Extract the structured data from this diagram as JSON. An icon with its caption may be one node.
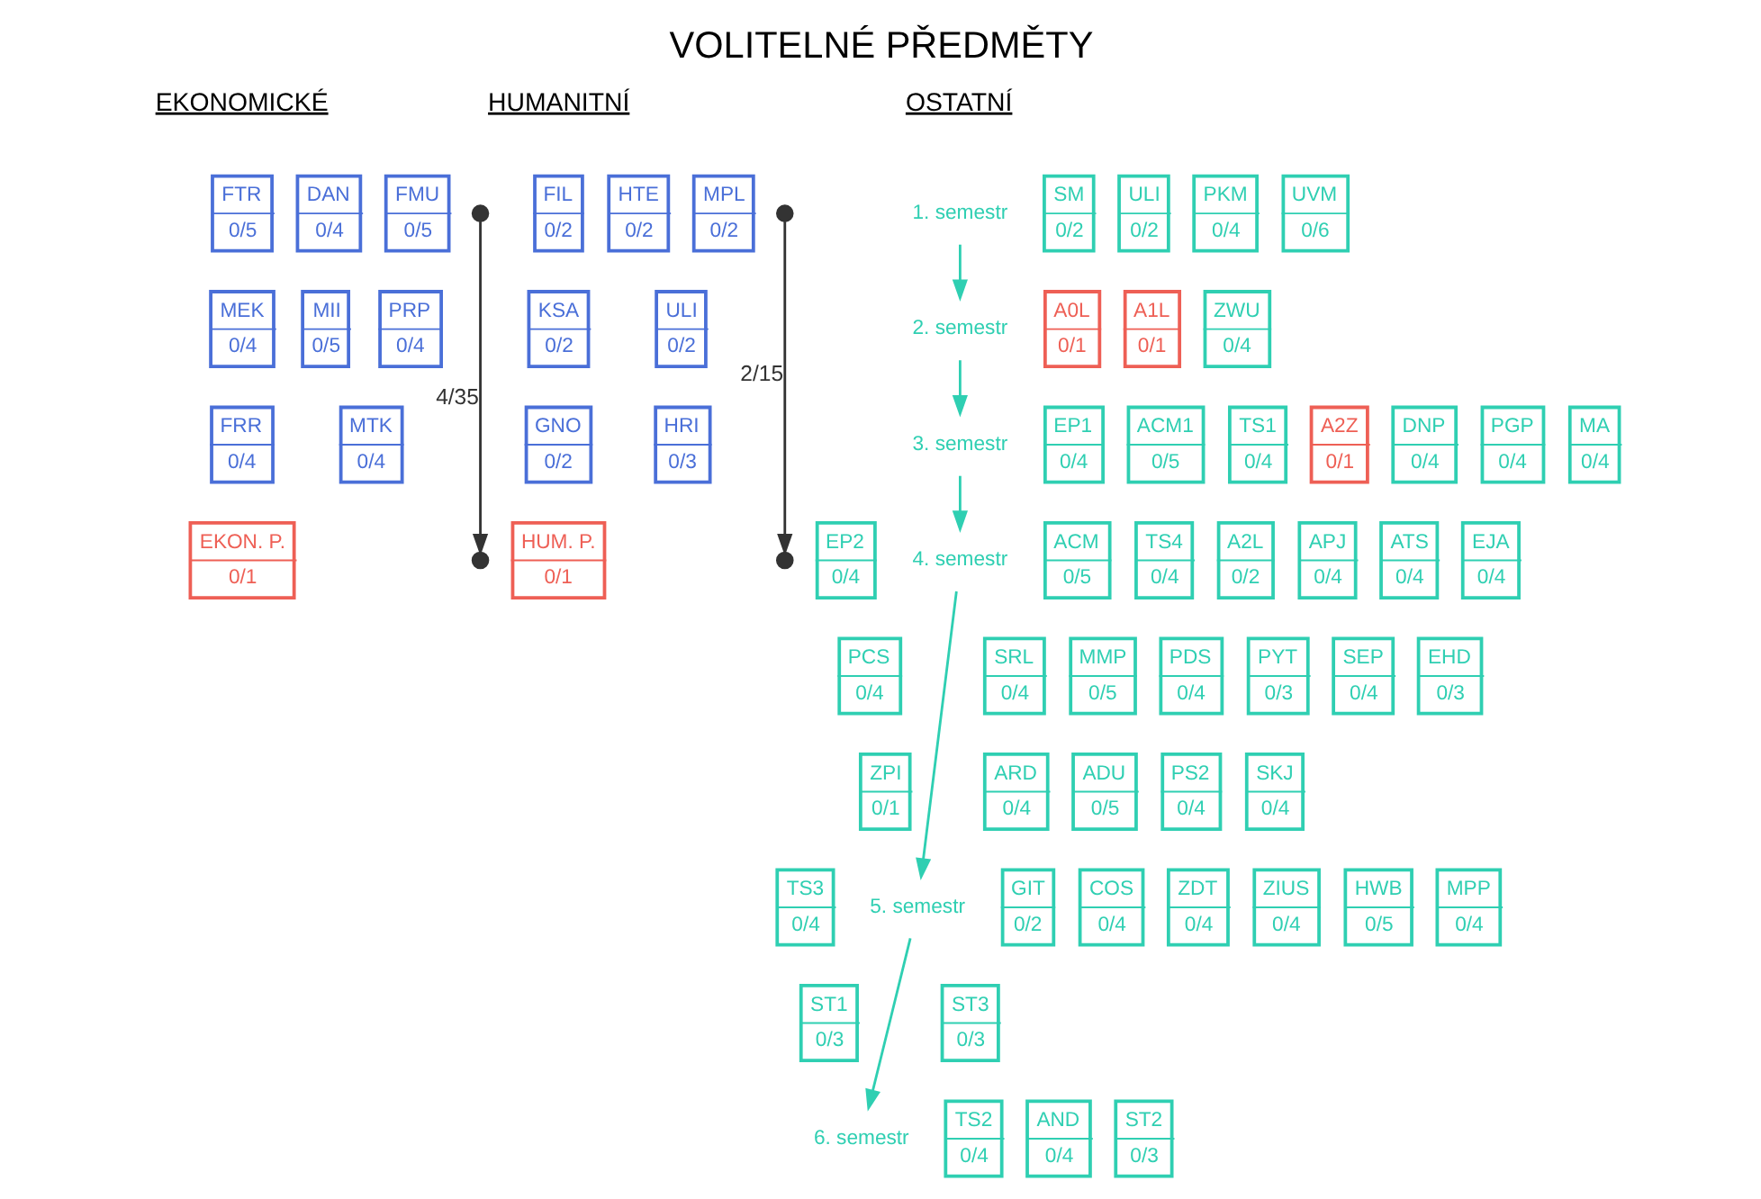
{
  "diagram": {
    "title": "VOLITELNÉ PŘEDMĚTY",
    "nodes": [
      {
        "text": [
          "FTR",
          "0/5"
        ]
      },
      {
        "text": [
          "DAN",
          "0/4"
        ]
      },
      {
        "text": [
          "FMU",
          "0/5"
        ]
      },
      {
        "text": [
          "MEK",
          "0/4"
        ]
      },
      {
        "text": [
          "MII",
          "0/5"
        ]
      },
      {
        "text": [
          "PRP",
          "0/4"
        ]
      },
      {
        "text": [
          "FRR",
          "0/4"
        ]
      },
      {
        "text": [
          "MTK",
          "0/4"
        ]
      },
      {
        "text": [
          "EKON. P.",
          "0/1"
        ]
      },
      {
        "text": [],
        "shape": "circle"
      },
      {
        "text": [],
        "shape": "circle"
      },
      {
        "text": [
          "FIL",
          "0/2"
        ]
      },
      {
        "text": [
          "HTE",
          "0/2"
        ]
      },
      {
        "text": [
          "MPL",
          "0/2"
        ]
      },
      {
        "text": [
          "KSA",
          "0/2"
        ]
      },
      {
        "text": [
          "ULI",
          "0/2"
        ]
      },
      {
        "text": [
          "GNO",
          "0/2"
        ]
      },
      {
        "text": [
          "HRI",
          "0/3"
        ]
      },
      {
        "text": [
          "HUM. P.",
          "0/1"
        ]
      },
      {
        "text": [],
        "shape": "circle"
      },
      {
        "text": [],
        "shape": "circle"
      },
      {
        "text": [
          "1. semestr"
        ]
      },
      {
        "text": [
          "SM",
          "0/2"
        ]
      },
      {
        "text": [
          "ULI",
          "0/2"
        ]
      },
      {
        "text": [
          "PKM",
          "0/4"
        ]
      },
      {
        "text": [
          "UVM",
          "0/6"
        ]
      },
      {
        "text": [
          "2. semestr"
        ]
      },
      {
        "text": [
          "A0L",
          "0/1"
        ]
      },
      {
        "text": [
          "A1L",
          "0/1"
        ]
      },
      {
        "text": [
          "ZWU",
          "0/4"
        ]
      },
      {
        "text": [
          "3. semestr"
        ]
      },
      {
        "text": [
          "EP1",
          "0/4"
        ]
      },
      {
        "text": [
          "ACM1",
          "0/5"
        ]
      },
      {
        "text": [
          "TS1",
          "0/4"
        ]
      },
      {
        "text": [
          "A2Z",
          "0/1"
        ]
      },
      {
        "text": [
          "DNP",
          "0/4"
        ]
      },
      {
        "text": [
          "PGP",
          "0/4"
        ]
      },
      {
        "text": [
          "MA",
          "0/4"
        ]
      },
      {
        "text": [
          "4. semestr"
        ]
      },
      {
        "text": [
          "EP2",
          "0/4"
        ]
      },
      {
        "text": [
          "ACM",
          "0/5"
        ]
      },
      {
        "text": [
          "TS4",
          "0/4"
        ]
      },
      {
        "text": [
          "A2L",
          "0/2"
        ]
      },
      {
        "text": [
          "APJ",
          "0/4"
        ]
      },
      {
        "text": [
          "ATS",
          "0/4"
        ]
      },
      {
        "text": [
          "EJA",
          "0/4"
        ]
      },
      {
        "text": [
          "PCS",
          "0/4"
        ]
      },
      {
        "text": [
          "SRL",
          "0/4"
        ]
      },
      {
        "text": [
          "MMP",
          "0/5"
        ]
      },
      {
        "text": [
          "PDS",
          "0/4"
        ]
      },
      {
        "text": [
          "PYT",
          "0/3"
        ]
      },
      {
        "text": [
          "SEP",
          "0/4"
        ]
      },
      {
        "text": [
          "EHD",
          "0/3"
        ]
      },
      {
        "text": [
          "ZPI",
          "0/1"
        ]
      },
      {
        "text": [
          "ARD",
          "0/4"
        ]
      },
      {
        "text": [
          "ADU",
          "0/5"
        ]
      },
      {
        "text": [
          "PS2",
          "0/4"
        ]
      },
      {
        "text": [
          "SKJ",
          "0/4"
        ]
      },
      {
        "text": [
          "5. semestr"
        ]
      },
      {
        "text": [
          "TS3",
          "0/4"
        ]
      },
      {
        "text": [
          "GIT",
          "0/2"
        ]
      },
      {
        "text": [
          "COS",
          "0/4"
        ]
      },
      {
        "text": [
          "ZDT",
          "0/4"
        ]
      },
      {
        "text": [
          "ZIUS",
          "0/4"
        ]
      },
      {
        "text": [
          "HWB",
          "0/5"
        ]
      },
      {
        "text": [
          "MPP",
          "0/4"
        ]
      },
      {
        "text": [
          "ST1",
          "0/3"
        ]
      },
      {
        "text": [
          "ST3",
          "0/3"
        ]
      },
      {
        "text": [
          "6. semestr"
        ]
      },
      {
        "text": [
          "TS2",
          "0/4"
        ]
      },
      {
        "text": [
          "AND",
          "0/4"
        ]
      },
      {
        "text": [
          "ST2",
          "0/3"
        ]
      }
    ],
    "edges": [
      {
        "from": 9,
        "to": 10,
        "arrow": "to",
        "label": "4/35",
        "color": "#333333"
      },
      {
        "from": 19,
        "to": 20,
        "arrow": "to",
        "label": "2/15",
        "color": "#333333"
      },
      {
        "from": 21,
        "to": 26,
        "arrow": "to"
      },
      {
        "from": 26,
        "to": 30,
        "arrow": "to"
      },
      {
        "from": 30,
        "to": 38,
        "arrow": "to"
      },
      {
        "from": 38,
        "to": 58,
        "arrow": "to"
      },
      {
        "from": 58,
        "to": 68,
        "arrow": "to"
      }
    ],
    "labels": [
      "EKONOMICKÉ",
      "HUMANITNÍ",
      "OSTATNÍ"
    ]
  }
}
